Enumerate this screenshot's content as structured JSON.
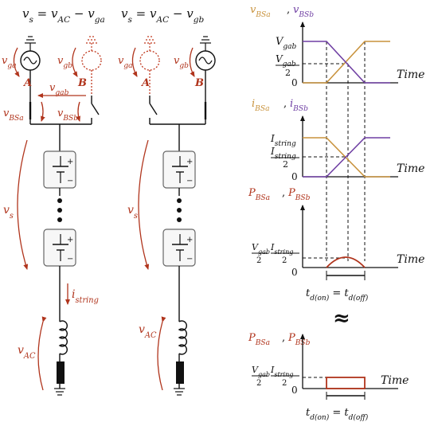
{
  "colors": {
    "ink": "#111111",
    "red": "#b0341c",
    "dotted_red": "#c0391f",
    "gold": "#c8923c",
    "purple": "#6f3fa3",
    "cell_fill": "#f7f7f7"
  },
  "circuit_left": {
    "equation": "v_s = v_AC − v_ga",
    "source_a": "v_ga",
    "source_b": "v_gb",
    "node_a": "A",
    "node_b": "B",
    "bus_voltage": "v_gab",
    "switch_a_voltage": "v_BSa",
    "switch_b_voltage": "v_BSb",
    "string_voltage": "v_s",
    "string_current": "i_string",
    "ac_voltage": "v_AC"
  },
  "circuit_right": {
    "equation": "v_s = v_AC − v_gb",
    "source_a": "v_ga",
    "source_b": "v_gb",
    "node_a": "A",
    "node_b": "B",
    "string_voltage": "v_s",
    "ac_voltage": "v_AC"
  },
  "plots": [
    {
      "title": [
        "v_BSa",
        "v_BSb"
      ],
      "xlabel": "Time",
      "ticks": [
        "V_gab",
        "V_gab / 2",
        "0"
      ],
      "series": [
        {
          "name": "v_BSa",
          "color": "gold",
          "values": [
            0,
            0,
            1,
            1
          ]
        },
        {
          "name": "v_BSb",
          "color": "purple",
          "values": [
            1,
            1,
            0,
            0
          ]
        }
      ]
    },
    {
      "title": [
        "i_BSa",
        "i_BSb"
      ],
      "xlabel": "Time",
      "ticks": [
        "I_string",
        "I_string / 2",
        "0"
      ],
      "series": [
        {
          "name": "i_BSa",
          "color": "gold",
          "values": [
            1,
            1,
            0,
            0
          ]
        },
        {
          "name": "i_BSb",
          "color": "purple",
          "values": [
            0,
            0,
            1,
            1
          ]
        }
      ]
    },
    {
      "title": [
        "P_BSa",
        "P_BSb"
      ],
      "xlabel": "Time",
      "ticks": [
        "V_gab/2 · I_string/2",
        "0"
      ],
      "interval": "t_d(on) = t_d(off)"
    },
    {
      "title": [
        "P_BSa",
        "P_BSb"
      ],
      "xlabel": "Time",
      "ticks": [
        "V_gab/2 · I_string/2",
        "0"
      ],
      "interval": "t_d(on) = t_d(off)"
    }
  ],
  "break_symbol": "≈"
}
